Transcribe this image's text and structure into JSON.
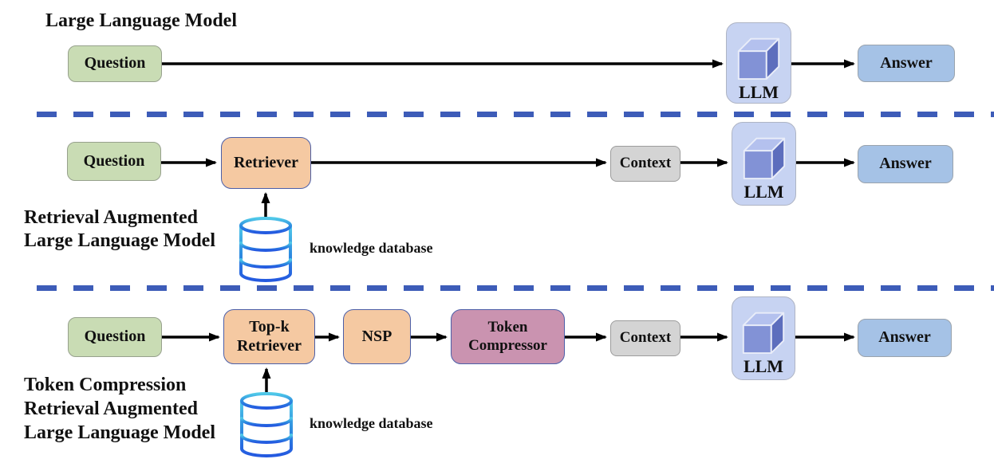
{
  "rows": [
    {
      "title_lines": [
        "Large Language Model"
      ],
      "nodes": {
        "question": "Question",
        "llm": "LLM",
        "answer": "Answer"
      }
    },
    {
      "title_lines": [
        "Retrieval Augmented",
        "Large Language Model"
      ],
      "nodes": {
        "question": "Question",
        "retriever": "Retriever",
        "context": "Context",
        "llm": "LLM",
        "answer": "Answer"
      },
      "database_label": "knowledge database"
    },
    {
      "title_lines": [
        "Token Compression",
        "Retrieval Augmented",
        "Large Language Model"
      ],
      "nodes": {
        "question": "Question",
        "topk_retriever_line1": "Top-k",
        "topk_retriever_line2": "Retriever",
        "nsp": "NSP",
        "token_compressor_line1": "Token",
        "token_compressor_line2": "Compressor",
        "context": "Context",
        "llm": "LLM",
        "answer": "Answer"
      },
      "database_label": "knowledge database"
    }
  ],
  "icons": {
    "llm_cube": "cube-icon",
    "knowledge_db": "database-cylinder-icon"
  },
  "colors": {
    "question_fill": "#c9dcb4",
    "retriever_fill": "#f5c9a2",
    "token_compressor_fill": "#ca93b0",
    "context_fill": "#d4d4d4",
    "llm_fill": "#c7d3f2",
    "answer_fill": "#a5c2e6",
    "node_border_blue": "#4c5fa8",
    "divider_dash": "#3d5cb8",
    "cube_front": "#8292d6",
    "cube_top": "#b4c1ee",
    "cube_side": "#5d6ebd",
    "database_gradient_top": "#50c9e9",
    "database_gradient_bottom": "#2459e0",
    "arrow": "#000000"
  }
}
